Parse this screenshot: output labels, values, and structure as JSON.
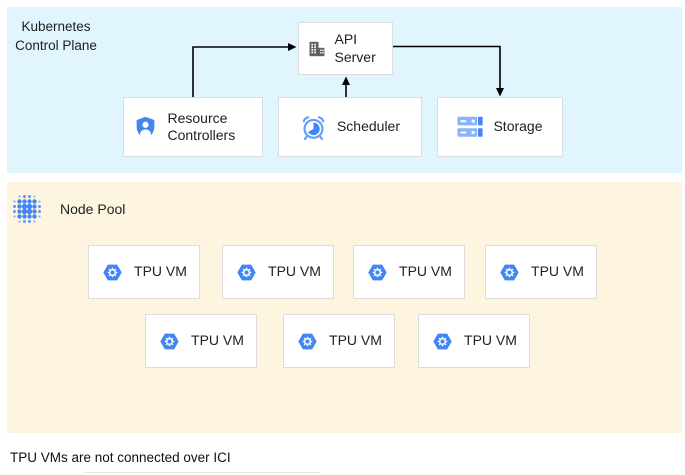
{
  "panels": {
    "control_plane": {
      "title": "Kubernetes Control Plane",
      "bg": "#e1f5fe"
    },
    "node_pool": {
      "title": "Node Pool",
      "bg": "#fdf5e0"
    }
  },
  "nodes": {
    "api_server": {
      "label": "API Server",
      "icon": "building-icon"
    },
    "resource_controllers": {
      "label": "Resource Controllers",
      "icon": "shield-user-icon"
    },
    "scheduler": {
      "label": "Scheduler",
      "icon": "alarm-clock-icon"
    },
    "storage": {
      "label": "Storage",
      "icon": "storage-disks-icon"
    }
  },
  "edges": [
    {
      "from": "resource_controllers",
      "to": "api_server"
    },
    {
      "from": "scheduler",
      "to": "api_server"
    },
    {
      "from": "api_server",
      "to": "storage"
    }
  ],
  "tpu": {
    "label": "TPU VM",
    "count": 7,
    "icon": "hexagon-gear-icon"
  },
  "caption": "TPU VMs are not connected over ICI",
  "colors": {
    "google_blue": "#4285f4",
    "light_blue": "#669df6",
    "pale_blue": "#8ab4f8",
    "icon_gray": "#5f6368",
    "card_border": "#dcdcdc",
    "text": "#202124"
  }
}
